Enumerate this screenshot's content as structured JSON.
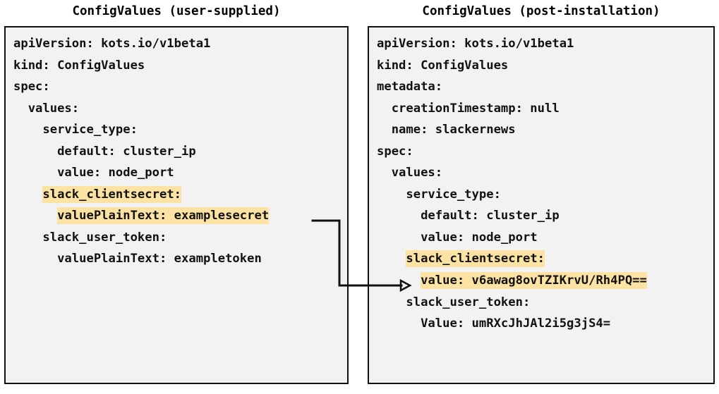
{
  "panels": {
    "left": {
      "title": "ConfigValues (user-supplied)",
      "lines": [
        [
          {
            "t": "apiVersion: kots.io/v1beta1",
            "hl": false
          }
        ],
        [
          {
            "t": "kind: ConfigValues",
            "hl": false
          }
        ],
        [
          {
            "t": "spec:",
            "hl": false
          }
        ],
        [
          {
            "t": "  values:",
            "hl": false
          }
        ],
        [
          {
            "t": "    service_type:",
            "hl": false
          }
        ],
        [
          {
            "t": "      default: cluster_ip",
            "hl": false
          }
        ],
        [
          {
            "t": "      value: node_port",
            "hl": false
          }
        ],
        [
          {
            "t": "    ",
            "hl": false
          },
          {
            "t": "slack_clientsecret:",
            "hl": true
          }
        ],
        [
          {
            "t": "      ",
            "hl": false
          },
          {
            "t": "valuePlainText: examplesecret",
            "hl": true
          }
        ],
        [
          {
            "t": "    slack_user_token:",
            "hl": false
          }
        ],
        [
          {
            "t": "      valuePlainText: exampletoken",
            "hl": false
          }
        ]
      ]
    },
    "right": {
      "title": "ConfigValues (post-installation)",
      "lines": [
        [
          {
            "t": "apiVersion: kots.io/v1beta1",
            "hl": false
          }
        ],
        [
          {
            "t": "kind: ConfigValues",
            "hl": false
          }
        ],
        [
          {
            "t": "metadata:",
            "hl": false
          }
        ],
        [
          {
            "t": "  creationTimestamp: null",
            "hl": false
          }
        ],
        [
          {
            "t": "  name: slackernews",
            "hl": false
          }
        ],
        [
          {
            "t": "spec:",
            "hl": false
          }
        ],
        [
          {
            "t": "  values:",
            "hl": false
          }
        ],
        [
          {
            "t": "    service_type:",
            "hl": false
          }
        ],
        [
          {
            "t": "      default: cluster_ip",
            "hl": false
          }
        ],
        [
          {
            "t": "      value: node_port",
            "hl": false
          }
        ],
        [
          {
            "t": "    ",
            "hl": false
          },
          {
            "t": "slack_clientsecret:",
            "hl": true
          }
        ],
        [
          {
            "t": "      ",
            "hl": false
          },
          {
            "t": "value: v6awag8ovTZIKrvU/Rh4PQ==",
            "hl": true
          }
        ],
        [
          {
            "t": "    slack_user_token:",
            "hl": false
          }
        ],
        [
          {
            "t": "      Value: umRXcJhJAl2i5g3jS4=",
            "hl": false
          }
        ]
      ]
    }
  },
  "connector": {
    "label": "transform-arrow",
    "from": "left.valuePlainText: examplesecret",
    "to": "right.value: v6awag8ovTZIKrvU/Rh4PQ=="
  },
  "colors": {
    "highlight": "#fce3a4",
    "box_background": "#f2f2f2",
    "box_border": "#111111",
    "text": "#111111",
    "page_background": "#ffffff"
  }
}
